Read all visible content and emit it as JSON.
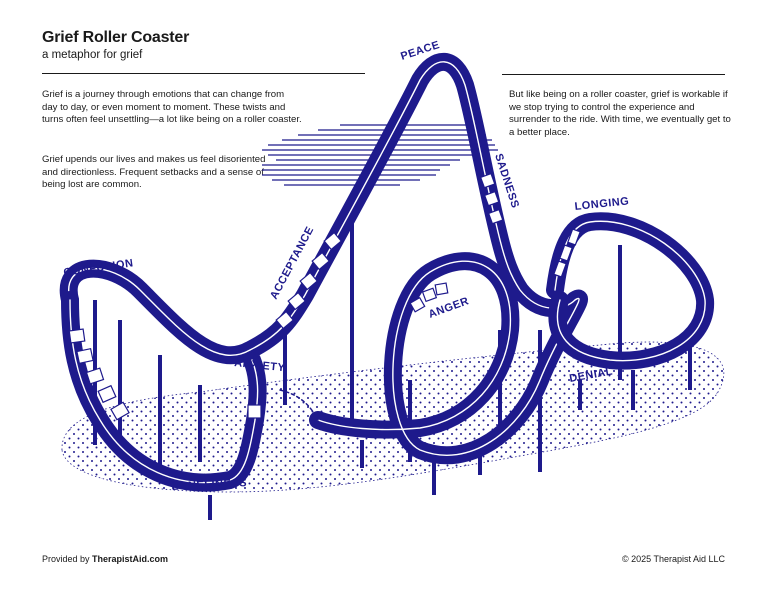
{
  "header": {
    "title": "Grief Roller Coaster",
    "subtitle": "a metaphor for grief"
  },
  "text": {
    "paragraph_1": "Grief is a journey through emotions that can change from day to day, or even moment to moment. These twists and turns often feel unsettling—a lot like being on a roller coaster.",
    "paragraph_2": "Grief upends our lives and makes us feel disoriented and directionless. Frequent setbacks and a sense of being lost are common.",
    "paragraph_3": "But like being on a roller coaster, grief is workable if we stop trying to control the experience and surrender to the ride. With time, we eventually get to a better place."
  },
  "illustration": {
    "labels": {
      "peace": "PEACE",
      "sadness": "SADNESS",
      "longing": "LONGING",
      "confusion": "CONFUSION",
      "acceptance": "ACCEPTANCE",
      "anger": "ANGER",
      "anxiety": "ANXIETY",
      "denial": "DENIAL",
      "loneliness": "LONELINESS"
    },
    "colors": {
      "track": "#1e1a8c",
      "ground_dots": "#1e1a8c",
      "text": "#1a1a1a"
    }
  },
  "footer": {
    "provided_prefix": "Provided by ",
    "provided_brand": "TherapistAid.com",
    "copyright": "© 2025 Therapist Aid LLC"
  }
}
